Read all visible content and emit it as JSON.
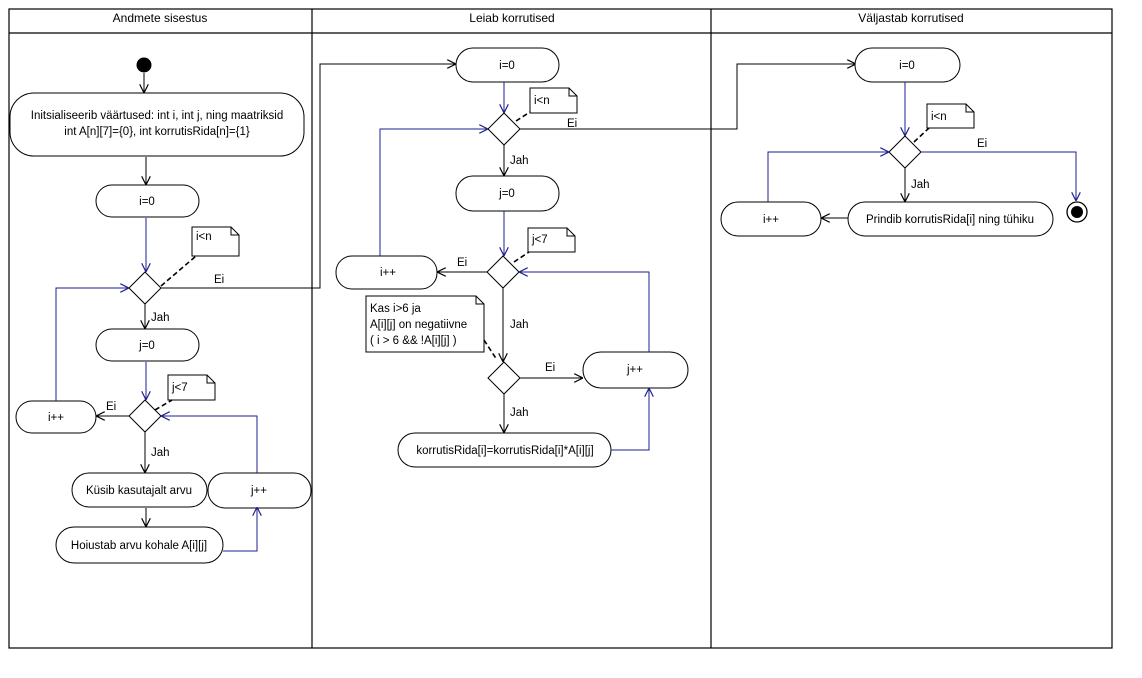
{
  "lanes": [
    {
      "title": "Andmete sisestus"
    },
    {
      "title": "Leiab korrutised"
    },
    {
      "title": "Väljastab korrutised"
    }
  ],
  "lane1": {
    "init_line1": "Initsialiseerib väärtused: int i, int j, ning maatriksid",
    "init_line2": "int A[n][7]={0}, int korrutisRida[n]={1}",
    "i_init": "i=0",
    "cond_i": "i<n",
    "edge_no_i": "Ei",
    "edge_yes_i": "Jah",
    "j_init": "j=0",
    "cond_j": "j<7",
    "edge_no_j": "Ei",
    "edge_yes_j": "Jah",
    "i_inc": "i++",
    "ask": "Küsib kasutajalt arvu",
    "j_inc": "j++",
    "store": "Hoiustab arvu kohale A[i][j]"
  },
  "lane2": {
    "i_init": "i=0",
    "cond_i": "i<n",
    "edge_no_i": "Ei",
    "edge_yes_i": "Jah",
    "j_init": "j=0",
    "cond_j": "j<7",
    "edge_no_j": "Ei",
    "edge_yes_j": "Jah",
    "i_inc": "i++",
    "note_line1": "Kas i>6 ja",
    "note_line2": "A[i][j] on negatiivne",
    "note_line3": "( i > 6 && !A[i][j] )",
    "edge_no_check": "Ei",
    "edge_yes_check": "Jah",
    "j_inc": "j++",
    "multiply": "korrutisRida[i]=korrutisRida[i]*A[i][j]"
  },
  "lane3": {
    "i_init": "i=0",
    "cond_i": "i<n",
    "edge_no_i": "Ei",
    "edge_yes_i": "Jah",
    "print": "Prindib korrutisRida[i] ning tühiku",
    "i_inc": "i++"
  },
  "colors": {
    "line": "#000000",
    "loop_line": "#1f1f8f",
    "node_fill": "#ffffff"
  }
}
